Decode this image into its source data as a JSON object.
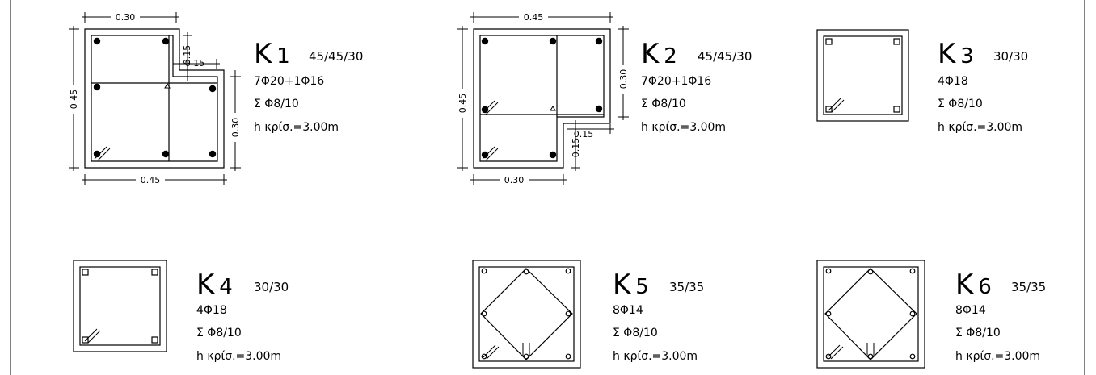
{
  "columns": [
    {
      "label": "K",
      "number": "1",
      "size": "45/45/30",
      "bars": "7Φ20+1Φ16",
      "stirrups": "Σ Φ8/10",
      "height": "h κρίσ.=3.00m",
      "dims": {
        "top": "0.30",
        "bottom": "0.45",
        "left": "0.45",
        "right": "0.30",
        "notch_h": "0.15",
        "notch_v": "0.15"
      }
    },
    {
      "label": "K",
      "number": "2",
      "size": "45/45/30",
      "bars": "7Φ20+1Φ16",
      "stirrups": "Σ Φ8/10",
      "height": "h κρίσ.=3.00m",
      "dims": {
        "top": "0.45",
        "bottom": "0.30",
        "left": "0.45",
        "right": "0.30",
        "notch_h": "0.15",
        "notch_v": "0.15"
      }
    },
    {
      "label": "K",
      "number": "3",
      "size": "30/30",
      "bars": "4Φ18",
      "stirrups": "Σ Φ8/10",
      "height": "h κρίσ.=3.00m"
    },
    {
      "label": "K",
      "number": "4",
      "size": "30/30",
      "bars": "4Φ18",
      "stirrups": "Σ Φ8/10",
      "height": "h κρίσ.=3.00m"
    },
    {
      "label": "K",
      "number": "5",
      "size": "35/35",
      "bars": "8Φ14",
      "stirrups": "Σ Φ8/10",
      "height": "h κρίσ.=3.00m"
    },
    {
      "label": "K",
      "number": "6",
      "size": "35/35",
      "bars": "8Φ14",
      "stirrups": "Σ Φ8/10",
      "height": "h κρίσ.=3.00m"
    }
  ]
}
